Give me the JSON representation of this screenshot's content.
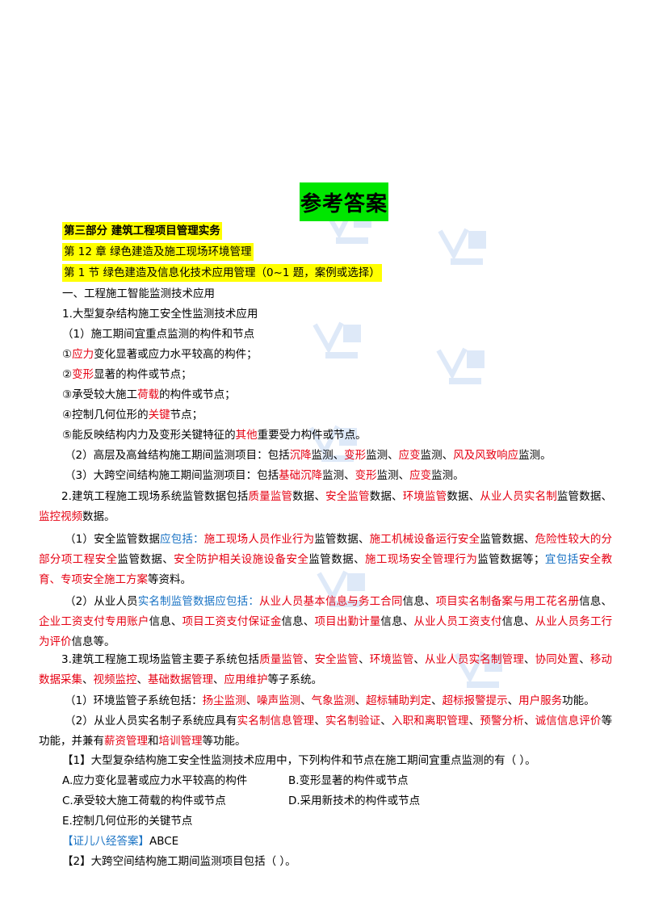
{
  "title": "参考答案",
  "part": "第三部分  建筑工程项目管理实务",
  "chapter": "第 12 章  绿色建造及施工现场环境管理",
  "section": "第 1 节  绿色建造及信息化技术应用管理（0~1 题，案例或选择）",
  "h1": "一、工程施工智能监测技术应用",
  "s1": "1.大型复杂结构施工安全性监测技术应用",
  "s1_1": "（1）施工期间宜重点监测的构件和节点",
  "i1": {
    "a": "①",
    "r": "应力",
    "c": "变化显著或应力水平较高的构件；"
  },
  "i2": {
    "a": "②",
    "r": "变形",
    "c": "显著的构件或节点；"
  },
  "i3": {
    "a": "③承受较大施工",
    "r": "荷载",
    "c": "的构件或节点；"
  },
  "i4": {
    "a": "④控制几何位形的",
    "r": "关键",
    "c": "节点；"
  },
  "i5": {
    "a": "⑤能反映结构内力及变形关键特征的",
    "r": "其他",
    "c": "重要受力构件或节点。"
  },
  "s1_2": {
    "a": "（2）高层及高耸结构施工期间监测项目：包括",
    "r1": "沉降",
    "b": "监测、",
    "r2": "变形",
    "c": "监测、",
    "r3": "应变",
    "d": "监测、",
    "r4": "风及风致响应",
    "e": "监测。"
  },
  "s1_3": {
    "a": "（3）大跨空间结构施工期间监测项目：包括",
    "r1": "基础沉降",
    "b": "监测、",
    "r2": "变形",
    "c": "监测、",
    "r3": "应变",
    "d": "监测。"
  },
  "s2": {
    "a": "2.建筑工程施工现场系统监管数据包括",
    "r1": "质量监管",
    "b": "数据、",
    "r2": "安全监管",
    "c": "数据、",
    "r3": "环境监管",
    "d": "数据、",
    "r4": "从业人员实名制",
    "e": "监管数据、",
    "r5": "监控视频",
    "f": "数据。"
  },
  "s2_1": {
    "a": "（1）安全监管数据",
    "b1": "应包括：",
    "r1": "施工现场人员作业行为",
    "b": "监管数据、",
    "r2": "施工机械设备运行安全",
    "c": "监管数据、",
    "r3": "危险性较大的分部分项工程安全",
    "d": "监管数据、",
    "r4": "安全防护相关设施设备安全",
    "e": "监管数据、",
    "r5": "施工现场安全管理行为",
    "f": "监管数据等；",
    "b2": "宜包括",
    "r6": "安全教育、专项安全施工方案",
    "g": "等资料。"
  },
  "s2_2": {
    "a": "（2）从业人员",
    "b1": "实名制监管数据应包括：",
    "r1": "从业人员基本信息与务工合同",
    "b": "信息、",
    "r2": "项目实名制备案与用工花名册",
    "c": "信息、",
    "r3": "企业工资支付专用账户",
    "d": "信息、",
    "r4": "项目工资支付保证金",
    "e": "信息、",
    "r5": "项目出勤计量",
    "f": "信息、",
    "r6": "从业人员工资支付",
    "g": "信息、",
    "r7": "从业人员务工行为评价",
    "h": "信息等。"
  },
  "s3": {
    "a": "3.建筑工程施工现场监管主要子系统包括",
    "r1": "质量监管",
    "b": "、",
    "r2": "安全监管",
    "c": "、",
    "r3": "环境监管",
    "d": "、",
    "r4": "从业人员实名制管理",
    "e": "、",
    "r5": "协同处置",
    "f": "、",
    "r6": "移动数据采集",
    "g": "、",
    "r7": "视频监控",
    "h": "、",
    "r8": "基础数据管理",
    "i": "、",
    "r9": "应用维护",
    "j": "等子系统。"
  },
  "s3_1": {
    "a": "（1）环境监管子系统包括：",
    "r1": "扬尘监测",
    "b": "、",
    "r2": "噪声监测",
    "c": "、",
    "r3": "气象监测",
    "d": "、",
    "r4": "超标辅助判定",
    "e": "、",
    "r5": "超标报警提示",
    "f": "、",
    "r6": "用户服务",
    "g": "功能。"
  },
  "s3_2": {
    "a": "（2）从业人员实名制子系统应具有",
    "r1": "实名制信息管理",
    "b": "、",
    "r2": "实名制验证",
    "c": "、",
    "r3": "入职和离职管理",
    "d": "、",
    "r4": "预警分析",
    "e": "、",
    "r5": "诚信信息评价",
    "f": "等功能，并兼有",
    "r6": "薪资管理",
    "g": "和",
    "r7": "培训管理",
    "h": "等功能。"
  },
  "q1": {
    "stem": "【1】大型复杂结构施工安全性监测技术应用中，下列构件和节点在施工期间宜重点监测的有（ ）。",
    "options": [
      "A.应力变化显著或应力水平较高的构件",
      "B.变形显著的构件或节点",
      "C.承受较大施工荷载的构件或节点",
      "D.采用新技术的构件或节点",
      "E.控制几何位形的关键节点"
    ],
    "answer_label": "【证儿八经答案】",
    "answer": "ABCE"
  },
  "q2": {
    "stem": "【2】大跨空间结构施工期间监测项目包括（ ）。"
  },
  "watermark": "证儿八经",
  "colors": {
    "red": "#e60012",
    "blue": "#1a73c4",
    "title_bg": "#00e600",
    "highlight": "#ffff00"
  }
}
